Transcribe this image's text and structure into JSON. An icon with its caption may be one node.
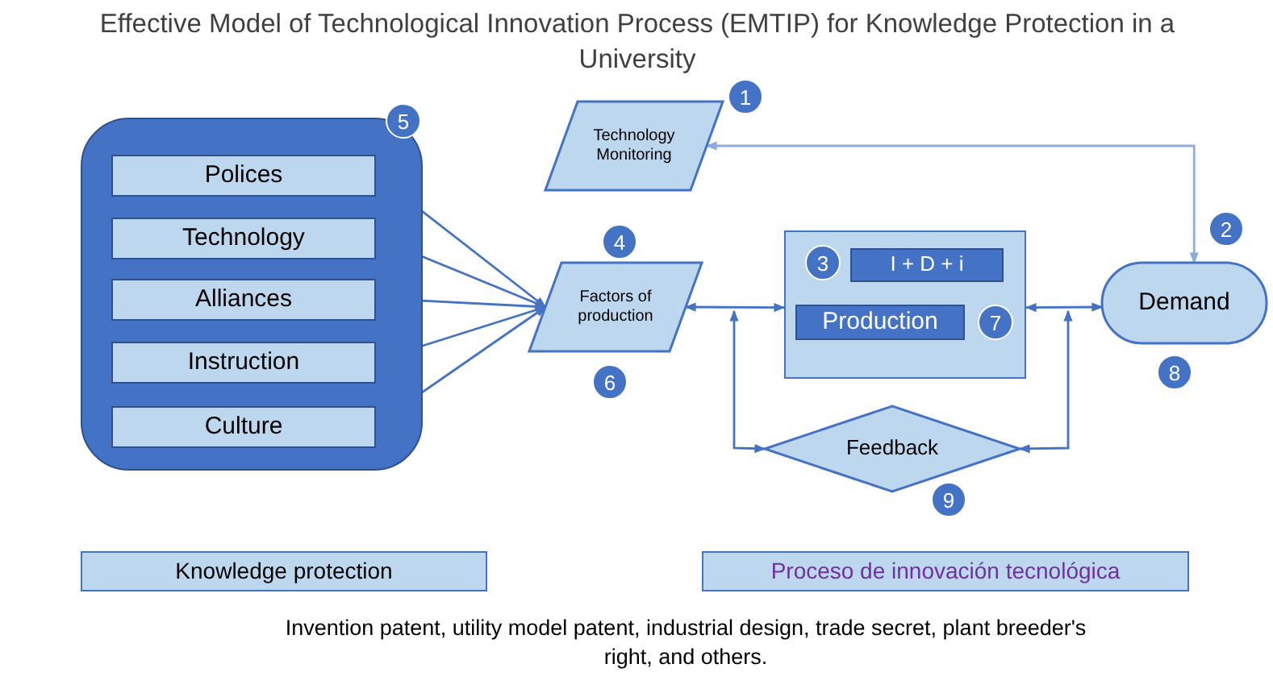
{
  "diagram": {
    "title": "Effective Model of Technological Innovation Process (EMTIP) for Knowledge Protection in a University",
    "nodes": [
      {
        "text": [],
        "shape": "box",
        "beside": [
          "5"
        ]
      },
      {
        "text": [
          "Polices"
        ],
        "in": 0
      },
      {
        "text": [
          "Technology"
        ],
        "in": 0
      },
      {
        "text": [
          "Alliances"
        ],
        "in": 0
      },
      {
        "text": [
          "Instruction"
        ],
        "in": 0
      },
      {
        "text": [
          "Culture"
        ],
        "in": 0
      },
      {
        "text": [
          "Technology Monitoring"
        ],
        "beside": [
          "1"
        ]
      },
      {
        "text": [
          "Factors of production"
        ],
        "beside": [
          "4",
          "6"
        ]
      },
      {
        "text": [],
        "shape": "box"
      },
      {
        "text": [
          "I + D + i"
        ],
        "in": 8,
        "beside": [
          "3"
        ]
      },
      {
        "text": [
          "Production"
        ],
        "in": 8,
        "beside": [
          "7"
        ]
      },
      {
        "text": [
          "Demand"
        ],
        "beside": [
          "2",
          "8"
        ]
      },
      {
        "text": [
          "Feedback"
        ],
        "beside": [
          "9"
        ]
      },
      {
        "text": [
          "Knowledge protection"
        ]
      },
      {
        "text": [
          "Proceso de innovación tecnológica"
        ]
      }
    ],
    "edges": [
      {
        "from": 1,
        "to": 7,
        "arrow": "to"
      },
      {
        "from": 2,
        "to": 7,
        "arrow": "to"
      },
      {
        "from": 3,
        "to": 7,
        "arrow": "to"
      },
      {
        "from": 4,
        "to": 7,
        "arrow": "to"
      },
      {
        "from": 5,
        "to": 7,
        "arrow": "to"
      },
      {
        "from": 11,
        "to": 6,
        "arrow": "both",
        "color": "#8faadc"
      },
      {
        "from": 7,
        "to": 8,
        "arrow": "both"
      },
      {
        "from": 8,
        "to": 11,
        "arrow": "both"
      },
      {
        "from": 12,
        "to": null,
        "arrow": "both"
      },
      {
        "from": 12,
        "to": 11,
        "arrow": "both"
      }
    ],
    "labels": [
      "Invention patent, utility model patent, industrial design, trade secret, plant breeder's right, and others."
    ]
  }
}
